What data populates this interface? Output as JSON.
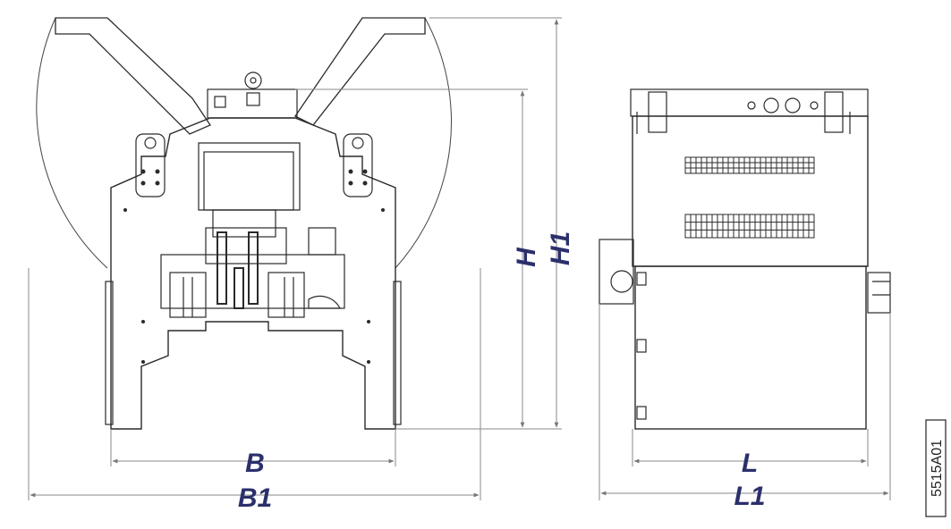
{
  "labels": {
    "height": "H",
    "height_total": "H1",
    "width": "B",
    "width_total": "B1",
    "length": "L",
    "length_total": "L1"
  },
  "drawing_code": "5515A01",
  "colors": {
    "outline": "#2a2a2a",
    "dimension_line": "#9a9a9a",
    "dimension_label": "#2b2f6b"
  }
}
